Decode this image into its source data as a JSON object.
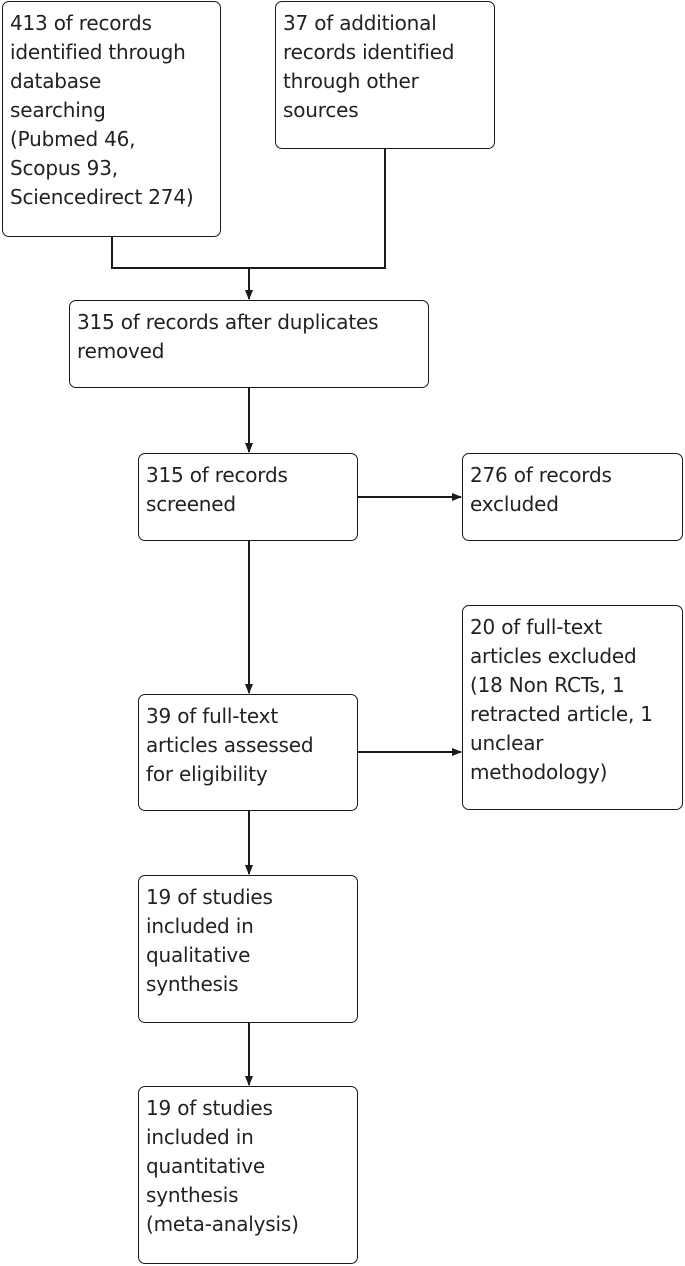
{
  "nodes": {
    "db_search": {
      "text": "413 of records\nidentified through\ndatabase\nsearching\n(Pubmed 46,\nScopus 93,\nSciencedirect 274)"
    },
    "other_sources": {
      "text": "37 of additional\nrecords identified\nthrough other\nsources"
    },
    "after_duplicates": {
      "text": "315 of records after duplicates\nremoved"
    },
    "screened": {
      "text": "315 of records\nscreened"
    },
    "excluded": {
      "text": "276 of records\nexcluded"
    },
    "fulltext_excluded": {
      "text": "20 of full-text\narticles excluded\n(18 Non RCTs, 1\nretracted article, 1\nunclear\nmethodology)"
    },
    "fulltext_assessed": {
      "text": "39 of full-text\narticles assessed\nfor eligibility"
    },
    "qualitative": {
      "text": "19 of studies\nincluded in\nqualitative\nsynthesis"
    },
    "quantitative": {
      "text": "19 of studies\nincluded in\nquantitative\nsynthesis\n(meta-analysis)"
    }
  },
  "colors": {
    "stroke": "#1a1a1a",
    "text": "#222222",
    "background": "#ffffff"
  }
}
